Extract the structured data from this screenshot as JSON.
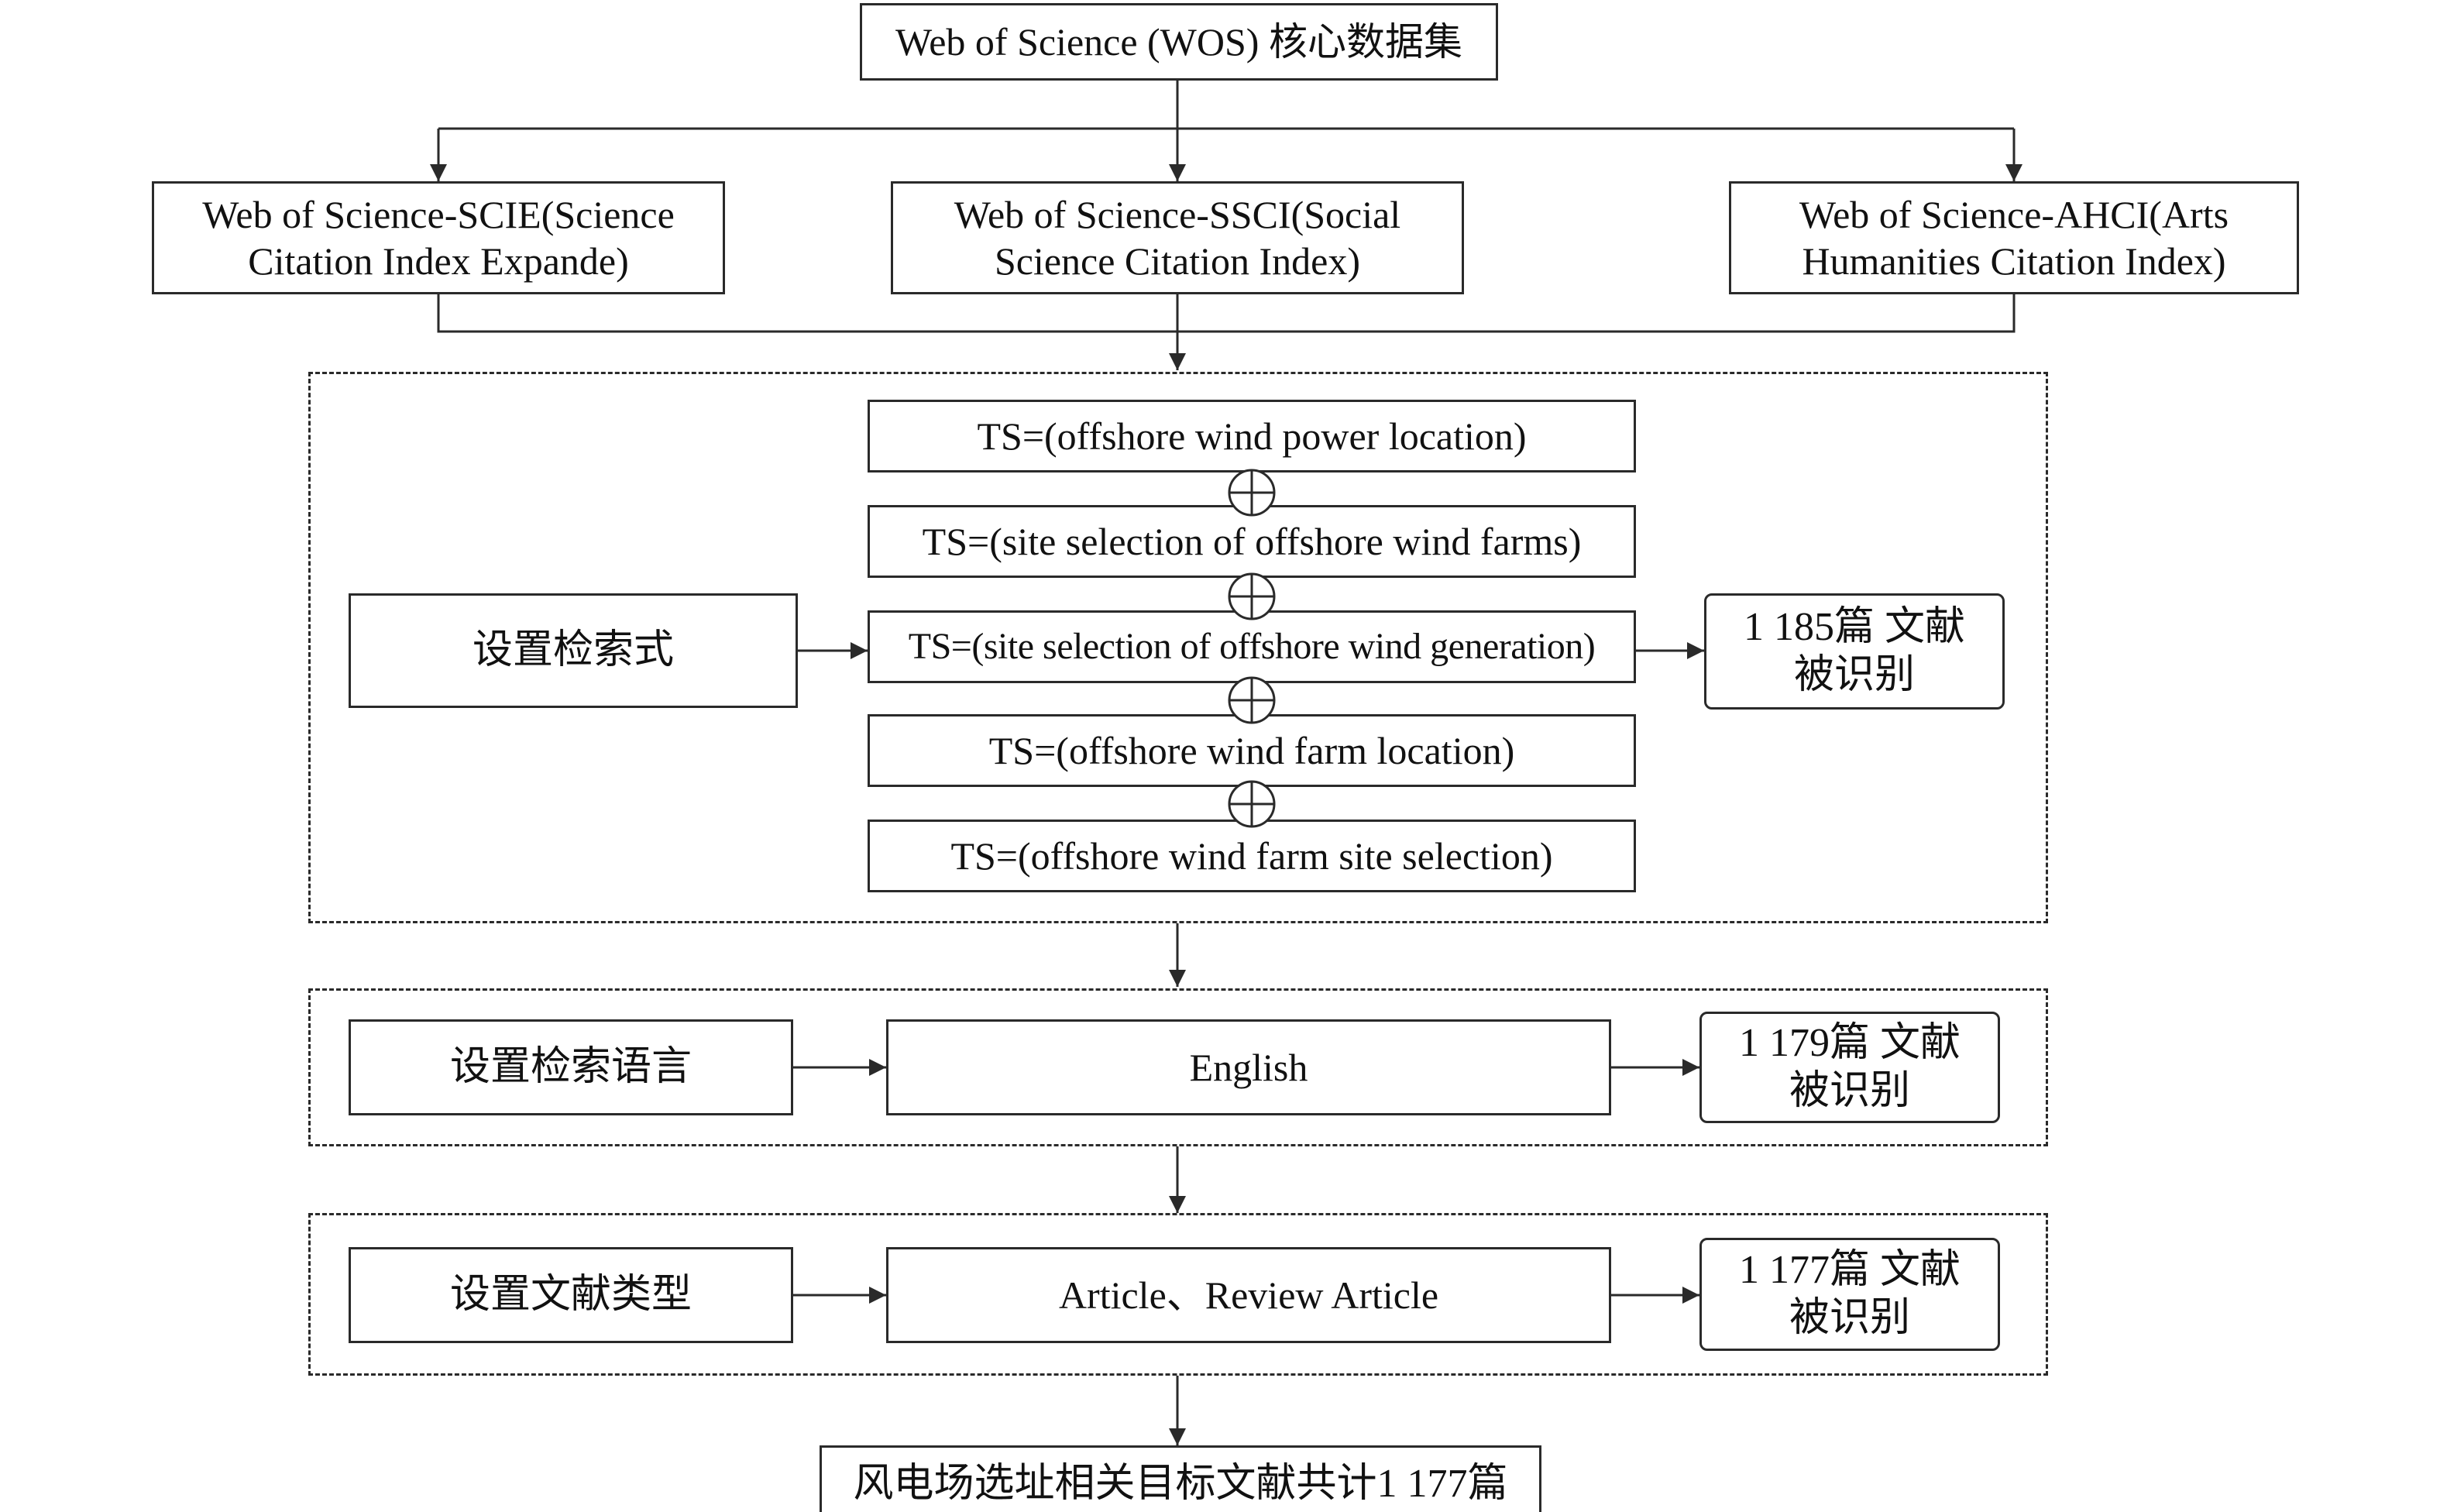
{
  "source": {
    "label": "Web of Science (WOS) 核心数据集"
  },
  "databases": [
    {
      "label": "Web of Science-SCIE(Science Citation Index Expande)"
    },
    {
      "label": "Web of Science-SSCI(Social Science Citation Index)"
    },
    {
      "label": "Web of Science-AHCI(Arts Humanities Citation Index)"
    }
  ],
  "query_stage": {
    "label": "设置检索式",
    "queries": [
      "TS=(offshore wind power location)",
      "TS=(site selection of offshore wind farms)",
      "TS=(site selection of offshore wind generation)",
      "TS=(offshore wind farm location)",
      "TS=(offshore wind farm site selection)"
    ],
    "combine_symbol": "⊕",
    "result": "1 185篇 文献被识别"
  },
  "language_stage": {
    "label": "设置检索语言",
    "value": "English",
    "result": "1 179篇 文献被识别"
  },
  "type_stage": {
    "label": "设置文献类型",
    "value": "Article、Review Article",
    "result": "1 177篇 文献被识别"
  },
  "final": {
    "label": "风电场选址相关目标文献共计1 177篇"
  }
}
